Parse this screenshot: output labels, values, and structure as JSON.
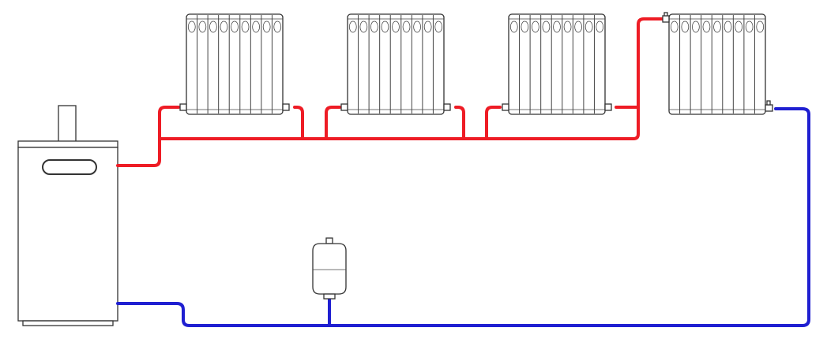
{
  "colors": {
    "supply": "#ee1c25",
    "return": "#1f1fd1",
    "outline": "#333333",
    "background": "#ffffff"
  },
  "components": {
    "boiler": {
      "chimney": true,
      "door": true
    },
    "expansion_tank": {
      "count": 1
    },
    "radiators": {
      "count": 4,
      "sections": 9
    }
  }
}
